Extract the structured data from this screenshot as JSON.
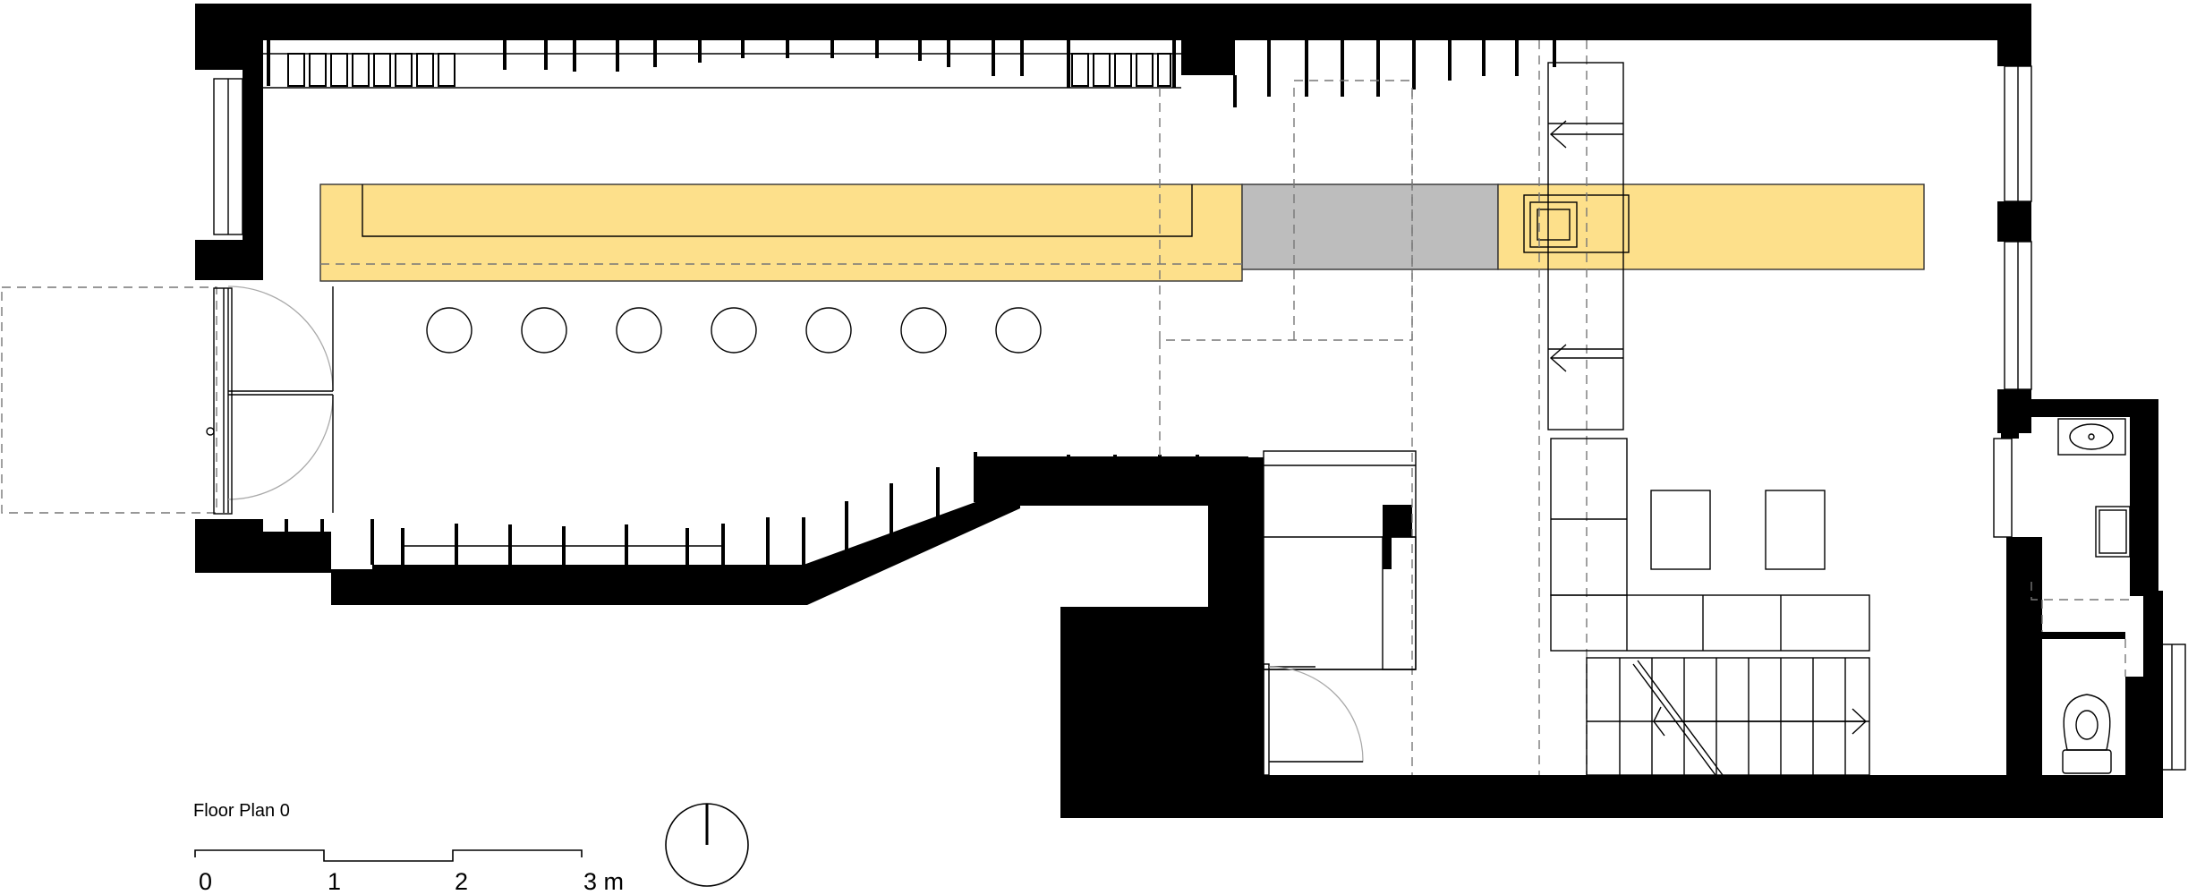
{
  "title": "Floor Plan 0",
  "scale_bar": {
    "ticks": [
      "0",
      "1",
      "2",
      "3 m"
    ]
  },
  "colors": {
    "counter": "#fde08b",
    "counter_middle": "#bdbdbd",
    "wall": "#000000"
  },
  "icons": [
    "north-arrow-icon",
    "door-swing-icon",
    "washbasin-icon",
    "toilet-icon",
    "stair-direction-arrow-icon"
  ]
}
